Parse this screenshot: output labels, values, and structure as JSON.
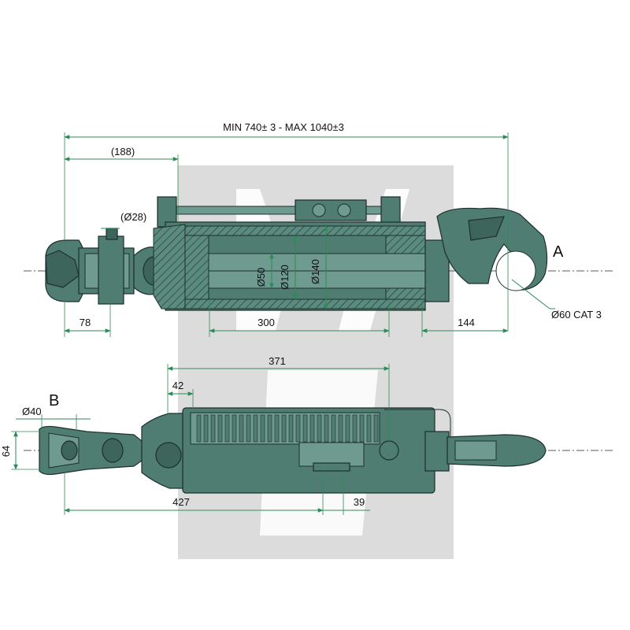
{
  "dimensions": {
    "overall_length": "MIN 740± 3 - MAX 1040±3",
    "ball_offset": "(188)",
    "pin_dia_top": "(Ø28)",
    "rod_dia": "Ø50",
    "bore_dia": "Ø120",
    "tube_dia": "Ø140",
    "ball_end_length": "78",
    "stroke": "300",
    "hook_length": "144",
    "hook_spec": "Ø60 CAT 3",
    "port_distance": "371",
    "port_offset": "42",
    "pin_dia_bottom": "Ø40",
    "width": "64",
    "front_length": "427",
    "valve_width": "39"
  },
  "views": {
    "top_label": "A",
    "bottom_label": "B"
  },
  "colors": {
    "body": "#4f7d72",
    "dimension_lines": "#2e8b57",
    "watermark": "#d9d9d9"
  }
}
